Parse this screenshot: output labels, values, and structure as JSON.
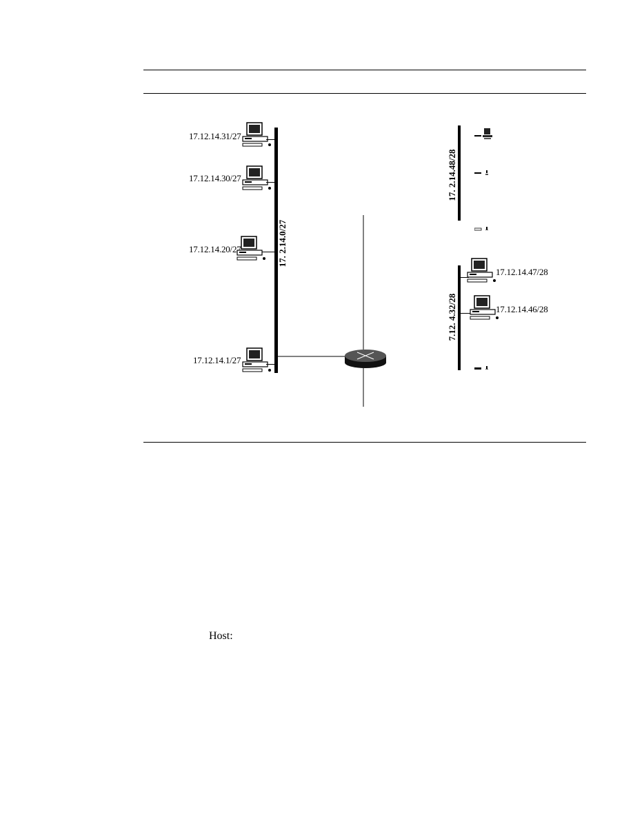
{
  "hosts_left": [
    {
      "label": "17.12.14.31/27"
    },
    {
      "label": "17.12.14.30/27"
    },
    {
      "label": "17.12.14.20/27"
    },
    {
      "label": "17.12.14.1/27"
    }
  ],
  "hosts_right": [
    {
      "label": "17.12.14.47/28"
    },
    {
      "label": "17.12.14.46/28"
    }
  ],
  "networks": {
    "left_segment": "17. 2.14.0/27",
    "right_top_segment": "17. 2.14.48/28",
    "right_bottom_segment": "7.12. 4.32/28"
  },
  "router": {
    "icon": "router-icon"
  },
  "footer": {
    "host_label": "Host:"
  }
}
